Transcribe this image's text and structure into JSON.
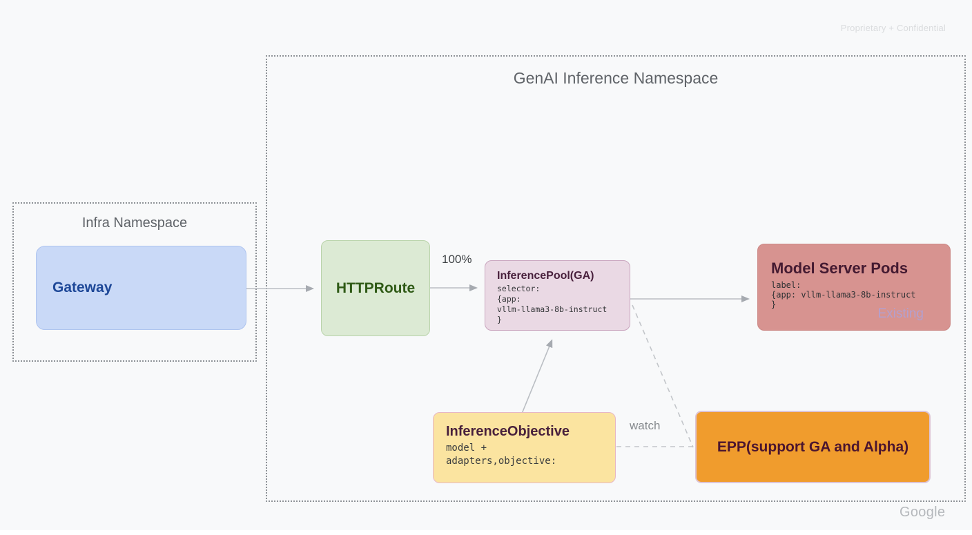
{
  "page": {
    "confidential": "Proprietary + Confidential",
    "brand": "Google",
    "background_color": "#f8f9fa"
  },
  "containers": {
    "genai_namespace": {
      "title": "GenAI Inference Namespace"
    },
    "infra_namespace": {
      "title": "Infra Namespace"
    }
  },
  "nodes": {
    "gateway": {
      "label": "Gateway",
      "fill": "#c9d9f7",
      "text_color": "#1e4898"
    },
    "httproute": {
      "label": "HTTPRoute",
      "fill": "#dcead4",
      "text_color": "#2f5a16"
    },
    "inference_pool": {
      "title": "InferencePool(GA)",
      "code": "selector:\n{app:\nvllm-llama3-8b-instruct\n}",
      "fill": "#ead9e4",
      "text_color": "#48203c"
    },
    "model_server_pods": {
      "title": "Model Server Pods",
      "code": "label:\n{app: vllm-llama3-8b-instruct\n}",
      "badge": "Existing",
      "fill": "#d79390",
      "text_color": "#441a31",
      "badge_color": "#b3a0cf"
    },
    "inference_objective": {
      "title": "InferenceObjective",
      "code": "model +\nadapters,objective:",
      "fill": "#fbe4a0",
      "text_color": "#48203c"
    },
    "epp": {
      "label": "EPP(support GA and Alpha)",
      "fill": "#f09c2d",
      "text_color": "#4b152f"
    }
  },
  "edges": {
    "route_weight_label": "100%",
    "watch_label": "watch",
    "line_color": "#babec3",
    "dashed_color": "#c3c6ca"
  }
}
